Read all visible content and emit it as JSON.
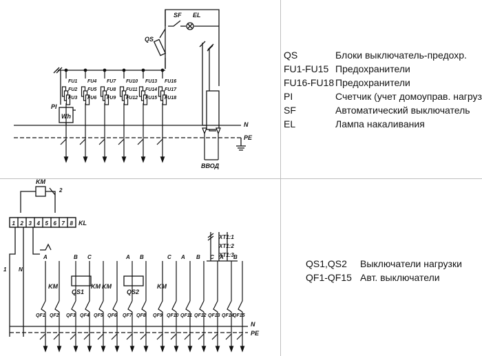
{
  "legend_top": [
    {
      "code": "QS",
      "desc": "Блоки выключатель-предохр."
    },
    {
      "code": "FU1-FU15",
      "desc": "Предохранители"
    },
    {
      "code": "FU16-FU18",
      "desc": "Предохранители"
    },
    {
      "code": "PI",
      "desc": "Счетчик (учет домоуправ. нагрузки)"
    },
    {
      "code": "SF",
      "desc": "Автоматический выключатель"
    },
    {
      "code": "EL",
      "desc": "Лампа накаливания"
    }
  ],
  "legend_bottom": [
    {
      "code": "QS1,QS2",
      "desc": "Выключатели нагрузки"
    },
    {
      "code": "QF1-QF15",
      "desc": "Авт. выключатели"
    }
  ],
  "top_diagram": {
    "sf": "SF",
    "el": "EL",
    "qs": "QS",
    "pi": "PI",
    "wh": "Wh",
    "n": "N",
    "pe": "PE",
    "vvod": "ВВОД",
    "fuse_row1": [
      "FU1",
      "FU4",
      "FU7",
      "FU10",
      "FU13",
      "FU16"
    ],
    "fuse_row2": [
      "FU2",
      "FU5",
      "FU8",
      "FU11",
      "FU14",
      "FU17"
    ],
    "fuse_row3": [
      "FU3",
      "FU6",
      "FU9",
      "FU12",
      "FU15",
      "FU18"
    ]
  },
  "bottom_diagram": {
    "km": "KM",
    "km_num": "2",
    "kl": "KL",
    "terminals": [
      "1",
      "2",
      "3",
      "4",
      "5",
      "6",
      "7",
      "8"
    ],
    "left_wire_1": "1",
    "left_wire_n": "N",
    "xt": [
      "XT1:1",
      "XT1:2",
      "XT1:3"
    ],
    "phases": [
      "A",
      "B",
      "C",
      "A",
      "B",
      "C",
      "A",
      "B",
      "C",
      "A",
      "B"
    ],
    "km_marks": [
      "KM",
      "KM",
      "KM",
      "KM"
    ],
    "qs": [
      "QS1",
      "QS2"
    ],
    "qf": [
      "QF1",
      "QF2",
      "QF3",
      "QF4",
      "QF5",
      "QF6",
      "QF7",
      "QF8",
      "QF9",
      "QF10",
      "QF11",
      "QF12",
      "QF13",
      "QF14",
      "QF15"
    ],
    "n": "N",
    "pe": "PE"
  }
}
